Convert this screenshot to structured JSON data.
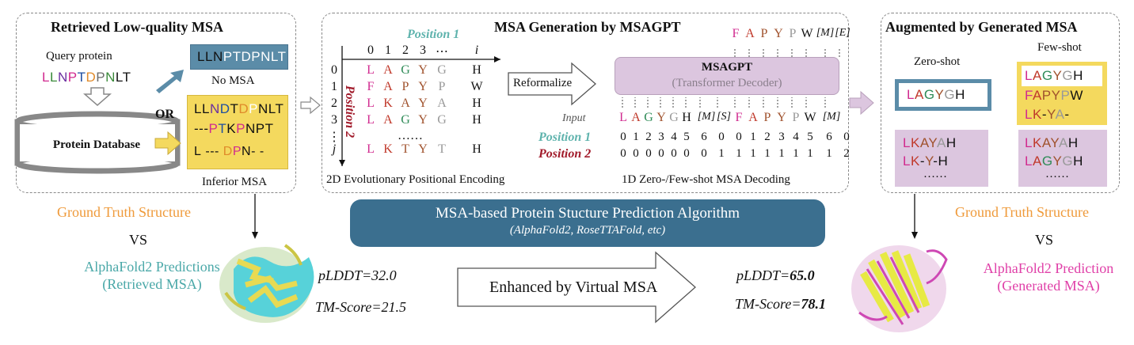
{
  "colors": {
    "teal": "#5fb3ad",
    "crimson": "#a11a2a",
    "orange": "#ef9a3a",
    "magenta": "#e0409f",
    "blue_box": "#5b8ca8",
    "yellow": "#f4d95e",
    "lavender": "#dcc6df",
    "algo_blue": "#3b6f8f"
  },
  "left": {
    "title": "Retrieved Low-quality MSA",
    "query_label": "Query protein",
    "query_seq": [
      [
        "L",
        "#d12a8f"
      ],
      [
        "L",
        "#3a8a3a"
      ],
      [
        "N",
        "#6b2fa0"
      ],
      [
        "P",
        "#d12a8f"
      ],
      [
        "T",
        "#1f4fa0"
      ],
      [
        "D",
        "#e08a2a"
      ],
      [
        "P",
        "#6b6b6b"
      ],
      [
        "N",
        "#3a8a3a"
      ],
      [
        "L",
        "#111"
      ],
      [
        "T",
        "#111"
      ]
    ],
    "db_label": "Protein Database",
    "or_label": "OR",
    "no_msa_seq": [
      [
        "L",
        "#111"
      ],
      [
        "L",
        "#111"
      ],
      [
        "N",
        "#111"
      ],
      [
        "P",
        "#fff"
      ],
      [
        "T",
        "#fff"
      ],
      [
        "D",
        "#fff"
      ],
      [
        "P",
        "#fff"
      ],
      [
        "N",
        "#fff"
      ],
      [
        "L",
        "#fff"
      ],
      [
        "T",
        "#fff"
      ]
    ],
    "no_msa_label": "No MSA",
    "inferior_rows": [
      [
        [
          "L",
          "#111"
        ],
        [
          "L",
          "#111"
        ],
        [
          "N",
          "#6b2fa0"
        ],
        [
          "D",
          "#1f4fa0"
        ],
        [
          "T",
          "#111"
        ],
        [
          "D",
          "#e08a2a"
        ],
        [
          "P",
          "#fff"
        ],
        [
          "N",
          "#111"
        ],
        [
          "L",
          "#111"
        ],
        [
          "T",
          "#111"
        ]
      ],
      [
        [
          "-",
          "#111"
        ],
        [
          "-",
          "#111"
        ],
        [
          "-",
          "#111"
        ],
        [
          "P",
          "#d12a8f"
        ],
        [
          "T",
          "#1f4fa0"
        ],
        [
          "K",
          "#111"
        ],
        [
          "P",
          "#d12a8f"
        ],
        [
          "N",
          "#111"
        ],
        [
          "P",
          "#111"
        ],
        [
          "T",
          "#111"
        ]
      ],
      [
        [
          "L",
          "#111"
        ],
        [
          " ",
          ""
        ],
        [
          "-",
          "#111"
        ],
        [
          "-",
          "#111"
        ],
        [
          "-",
          "#111"
        ],
        [
          " ",
          ""
        ],
        [
          "D",
          "#e08a2a"
        ],
        [
          "P",
          "#d12a8f"
        ],
        [
          "N",
          "#111"
        ],
        [
          "-",
          "#111"
        ],
        [
          " ",
          ""
        ],
        [
          "-",
          "#111"
        ]
      ]
    ],
    "inferior_label": "Inferior MSA"
  },
  "middle": {
    "title": "MSA Generation by MSAGPT",
    "position1_label": "Position 1",
    "position2_label": "Position 2",
    "col_headers": [
      "0",
      "1",
      "2",
      "3",
      "⋯",
      "i"
    ],
    "row_headers": [
      "0",
      "1",
      "2",
      "3",
      "⋮",
      "j"
    ],
    "grid": [
      [
        [
          "L",
          "#d12a8f"
        ],
        [
          "A",
          "#c0392b"
        ],
        [
          "G",
          "#2e8b57"
        ],
        [
          "Y",
          "#a0522d"
        ],
        [
          "G",
          "#999"
        ],
        [
          "H",
          "#111"
        ]
      ],
      [
        [
          "F",
          "#d12a8f"
        ],
        [
          "A",
          "#c0392b"
        ],
        [
          "P",
          "#a0522d"
        ],
        [
          "Y",
          "#a0522d"
        ],
        [
          "P",
          "#999"
        ],
        [
          "W",
          "#111"
        ]
      ],
      [
        [
          "L",
          "#d12a8f"
        ],
        [
          "K",
          "#c0392b"
        ],
        [
          "A",
          "#a0522d"
        ],
        [
          "Y",
          "#a0522d"
        ],
        [
          "A",
          "#999"
        ],
        [
          "H",
          "#111"
        ]
      ],
      [
        [
          "L",
          "#d12a8f"
        ],
        [
          "A",
          "#c0392b"
        ],
        [
          "G",
          "#2e8b57"
        ],
        [
          "Y",
          "#a0522d"
        ],
        [
          "G",
          "#999"
        ],
        [
          "H",
          "#111"
        ]
      ],
      [
        [
          "",
          "#111"
        ],
        [
          "",
          "#111"
        ],
        [
          "……",
          "#111"
        ],
        [
          "",
          "#111"
        ],
        [
          "",
          "#111"
        ],
        [
          "",
          "#111"
        ]
      ],
      [
        [
          "L",
          "#d12a8f"
        ],
        [
          "K",
          "#c0392b"
        ],
        [
          "T",
          "#a0522d"
        ],
        [
          "Y",
          "#a0522d"
        ],
        [
          "T",
          "#999"
        ],
        [
          "H",
          "#111"
        ]
      ]
    ],
    "reformalize_label": "Reformalize",
    "model_name": "MSAGPT",
    "model_sub": "(Transformer Decoder)",
    "output_tokens": [
      [
        "F",
        "#d12a8f"
      ],
      [
        "A",
        "#c0392b"
      ],
      [
        "P",
        "#a0522d"
      ],
      [
        "Y",
        "#a0522d"
      ],
      [
        "P",
        "#999"
      ],
      [
        "W",
        "#111"
      ],
      [
        "[M]",
        "#111"
      ],
      [
        "[E]",
        "#111"
      ]
    ],
    "input_label": "Input",
    "input_tokens": [
      [
        "L",
        "#d12a8f"
      ],
      [
        "A",
        "#c0392b"
      ],
      [
        "G",
        "#2e8b57"
      ],
      [
        "Y",
        "#a0522d"
      ],
      [
        "G",
        "#999"
      ],
      [
        "H",
        "#111"
      ],
      [
        "[M]",
        "#111"
      ],
      [
        "[S]",
        "#111"
      ],
      [
        "F",
        "#d12a8f"
      ],
      [
        "A",
        "#c0392b"
      ],
      [
        "P",
        "#a0522d"
      ],
      [
        "Y",
        "#a0522d"
      ],
      [
        "P",
        "#999"
      ],
      [
        "W",
        "#111"
      ],
      [
        "[M]",
        "#111"
      ]
    ],
    "pos1_values": [
      "0",
      "1",
      "2",
      "3",
      "4",
      "5",
      "6",
      "0",
      "0",
      "1",
      "2",
      "3",
      "4",
      "5",
      "6",
      "0"
    ],
    "pos2_values": [
      "0",
      "0",
      "0",
      "0",
      "0",
      "0",
      "0",
      "1",
      "1",
      "1",
      "1",
      "1",
      "1",
      "1",
      "1",
      "2"
    ],
    "pos1_values_display": [
      "0",
      "1",
      "2",
      "3",
      "4",
      "5",
      "6",
      "0",
      "0",
      "1",
      "2",
      "3",
      "4",
      "5",
      "6",
      "0"
    ],
    "enc2d_label": "2D Evolutionary Positional Encoding",
    "dec1d_label": "1D Zero-/Few-shot MSA Decoding"
  },
  "right": {
    "title": "Augmented by Generated MSA",
    "zero_shot_label": "Zero-shot",
    "few_shot_label": "Few-shot",
    "zero_seq": [
      [
        "L",
        "#d12a8f"
      ],
      [
        "A",
        "#c0392b"
      ],
      [
        "G",
        "#2e8b57"
      ],
      [
        "Y",
        "#a0522d"
      ],
      [
        "G",
        "#999"
      ],
      [
        "H",
        "#111"
      ]
    ],
    "few_rows": [
      [
        [
          "L",
          "#d12a8f"
        ],
        [
          "A",
          "#c0392b"
        ],
        [
          "G",
          "#2e8b57"
        ],
        [
          "Y",
          "#a0522d"
        ],
        [
          "G",
          "#999"
        ],
        [
          "H",
          "#111"
        ]
      ],
      [
        [
          "F",
          "#d12a8f"
        ],
        [
          "A",
          "#c0392b"
        ],
        [
          "P",
          "#a0522d"
        ],
        [
          "Y",
          "#a0522d"
        ],
        [
          "P",
          "#999"
        ],
        [
          "W",
          "#111"
        ]
      ],
      [
        [
          "L",
          "#d12a8f"
        ],
        [
          "K",
          "#c0392b"
        ],
        [
          "-",
          "#111"
        ],
        [
          "Y",
          "#a0522d"
        ],
        [
          "A",
          "#999"
        ],
        [
          "-",
          "#111"
        ]
      ]
    ],
    "lav_left_rows": [
      [
        [
          "L",
          "#d12a8f"
        ],
        [
          "K",
          "#c0392b"
        ],
        [
          "A",
          "#a0522d"
        ],
        [
          "Y",
          "#a0522d"
        ],
        [
          "A",
          "#999"
        ],
        [
          "H",
          "#111"
        ]
      ],
      [
        [
          "L",
          "#d12a8f"
        ],
        [
          "K",
          "#c0392b"
        ],
        [
          "-",
          "#111"
        ],
        [
          "Y",
          "#a0522d"
        ],
        [
          "-",
          "#111"
        ],
        [
          "H",
          "#111"
        ]
      ]
    ],
    "lav_right_rows": [
      [
        [
          "L",
          "#d12a8f"
        ],
        [
          "K",
          "#c0392b"
        ],
        [
          "A",
          "#a0522d"
        ],
        [
          "Y",
          "#a0522d"
        ],
        [
          "A",
          "#999"
        ],
        [
          "H",
          "#111"
        ]
      ],
      [
        [
          "L",
          "#d12a8f"
        ],
        [
          "A",
          "#c0392b"
        ],
        [
          "G",
          "#2e8b57"
        ],
        [
          "Y",
          "#a0522d"
        ],
        [
          "G",
          "#999"
        ],
        [
          "H",
          "#111"
        ]
      ]
    ],
    "ellipsis": "……"
  },
  "bottom": {
    "gt_left": "Ground Truth Structure",
    "vs_left": "VS",
    "pred_left_line1": "AlphaFold2 Predictions",
    "pred_left_line2": "(Retrieved MSA)",
    "plddt_left": "pLDDT=32.0",
    "tm_left": "TM-Score=21.5",
    "algo_title": "MSA-based Protein Stucture Prediction Algorithm",
    "algo_sub": "(AlphaFold2, RoseTTAFold, etc)",
    "enhanced_label": "Enhanced by Virtual MSA",
    "plddt_right_prefix": "pLDDT=",
    "plddt_right_value": "65.0",
    "tm_right_prefix": "TM-Score=",
    "tm_right_value": "78.1",
    "gt_right": "Ground Truth Structure",
    "vs_right": "VS",
    "pred_right_line1": "AlphaFold2 Prediction",
    "pred_right_line2": "(Generated MSA)"
  }
}
